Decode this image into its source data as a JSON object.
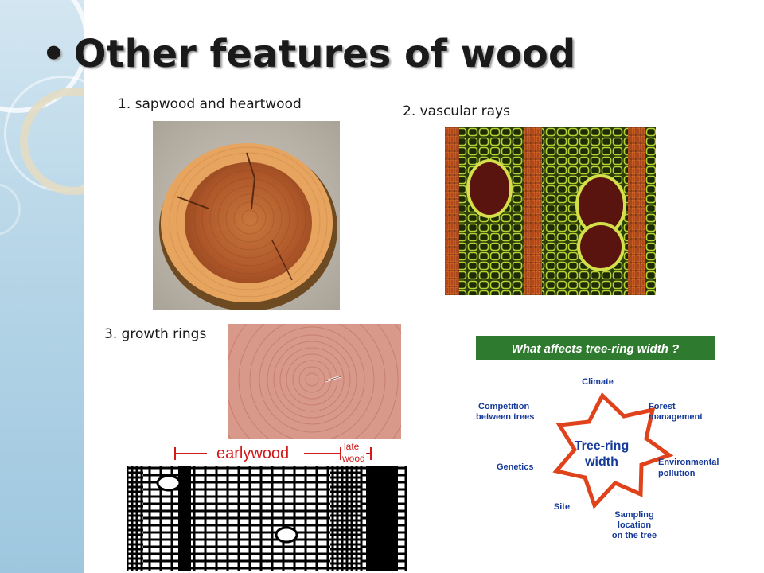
{
  "slide": {
    "title": "Other features of wood",
    "bullet": "•"
  },
  "items": {
    "sapwood": "1. sapwood and heartwood",
    "rays": "2. vascular rays",
    "rings": "3. growth rings"
  },
  "earlywood_diagram": {
    "earlywood": "earlywood",
    "late": "late",
    "wood": "wood"
  },
  "treering_diagram": {
    "header": "What affects tree-ring width ?",
    "center_line1": "Tree-ring",
    "center_line2": "width",
    "factors": {
      "climate": "Climate",
      "forest1": "Forest",
      "forest2": "management",
      "env1": "Environmental",
      "env2": "pollution",
      "sampling1": "Sampling",
      "sampling2": "location",
      "sampling3": "on the tree",
      "site": "Site",
      "genetics": "Genetics",
      "comp1": "Competition",
      "comp2": "between trees"
    },
    "colors": {
      "header_bg": "#2e7a2e",
      "star": "#e0421b",
      "text": "#163a9a"
    }
  }
}
